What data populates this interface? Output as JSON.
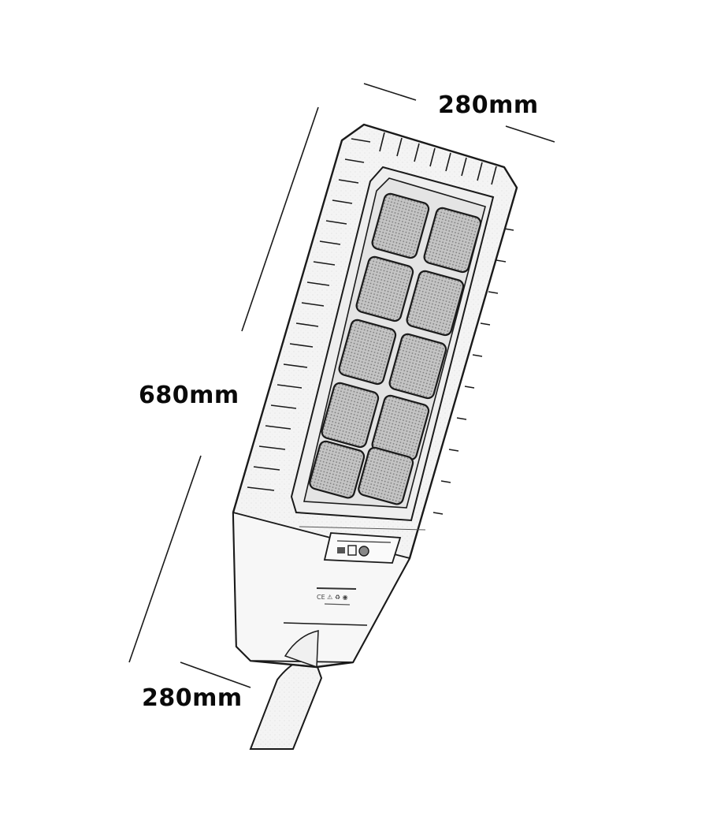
{
  "diagram": {
    "subject": "Solar street light with LED module array",
    "dimensions": {
      "top_width": "280mm",
      "height": "680mm",
      "bottom_width": "280mm"
    },
    "led_modules": {
      "rows": 5,
      "columns": 2,
      "count": 10
    },
    "colors": {
      "background": "#ffffff",
      "stroke": "#1a1a1a",
      "fill_light": "#f2f2f2",
      "fill_module": "#b8b8b8",
      "label": "#0a0a0a"
    }
  }
}
